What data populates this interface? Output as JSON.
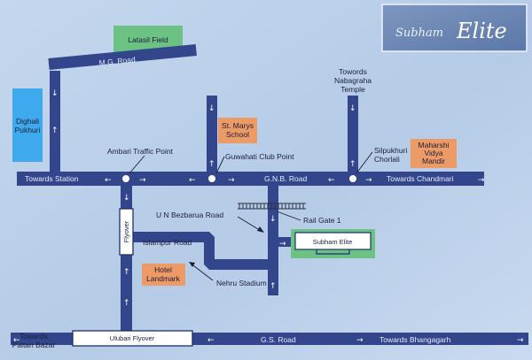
{
  "logo": {
    "word1": "Subham",
    "word2": "Elite"
  },
  "roads": {
    "mg_road": "M.G. Road",
    "gnb_road": "G.N.B. Road",
    "gs_road": "G.S. Road",
    "un_bezbarua_road": "U N Bezbarua Road",
    "islampur_road": "Islampur Road",
    "flyover": "Flyover",
    "ulubari_flyover": "Ulubari Flyover"
  },
  "landmarks": {
    "latasil_field": "Latasil Field",
    "dighali_line1": "Dighali",
    "dighali_line2": "Pukhuri",
    "st_marys_line1": "St. Marys",
    "st_marys_line2": "School",
    "maharshi_line1": "Maharshi",
    "maharshi_line2": "Vidya",
    "maharshi_line3": "Mandir",
    "hotel_line1": "Hotel",
    "hotel_line2": "Landmark",
    "subham_elite": "Subham Elite",
    "ambari": "Ambari Traffic Point",
    "guwahati_club": "Guwahati Club Point",
    "silpukhuri_line1": "Silpukhuri",
    "silpukhuri_line2": "Chorlali",
    "rail_gate": "Rail Gate 1",
    "nehru_stadium": "Nehru Stadium",
    "nabagraha_line1": "Towords",
    "nabagraha_line2": "Nabagraha",
    "nabagraha_line3": "Temple"
  },
  "directions": {
    "towards_station": "Towards Station",
    "towards_chandmari": "Towards Chandmari",
    "paltan_line1": "Towards",
    "paltan_line2": "Paltan Bazar",
    "towards_bhangagarh": "Towards Bhangagarh"
  },
  "colors": {
    "road": "#33468c",
    "green_box": "#6cc184",
    "orange_box": "#ec9a66",
    "water_box": "#3ea9ec"
  }
}
